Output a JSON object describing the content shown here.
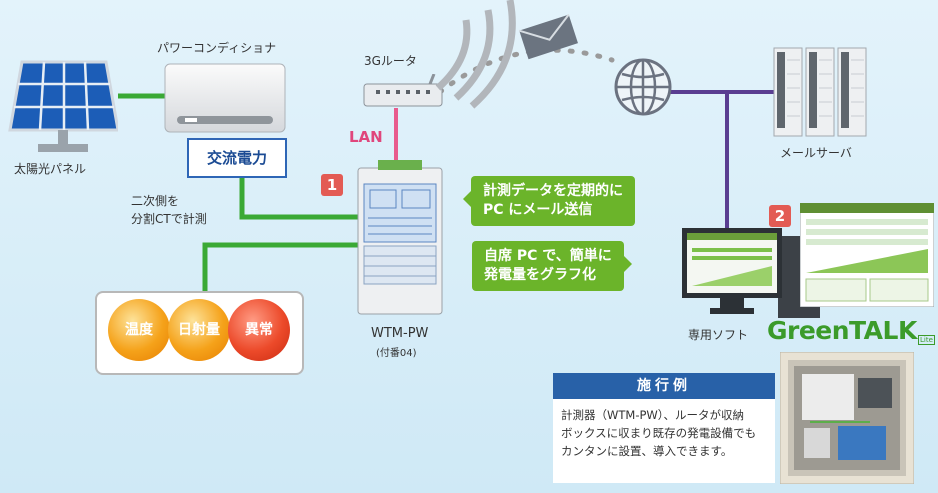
{
  "labels": {
    "solar_panel": "太陽光パネル",
    "power_conditioner": "パワーコンディショナ",
    "ac_power": "交流電力",
    "secondary_ct_line1": "二次側を",
    "secondary_ct_line2": "分割CTで計測",
    "router": "3Gルータ",
    "lan": "LAN",
    "mail_server": "メールサーバ",
    "device_name": "WTM-PW",
    "device_sub": "(付番04)",
    "software_label": "専用ソフト",
    "software_brand": "GreenTALK",
    "software_edition": "Lite"
  },
  "badges": {
    "one": "1",
    "two": "2"
  },
  "callouts": {
    "mail_line1": "計測データを定期的に",
    "mail_line2": "PC にメール送信",
    "graph_line1": "自席 PC で、簡単に",
    "graph_line2": "発電量をグラフ化"
  },
  "sensors": [
    "温度",
    "日射量",
    "異常"
  ],
  "example": {
    "title": "施行例",
    "line1": "計測器（WTM-PW）、ルータが収納",
    "line2": "ボックスに収まり既存の発電設備でも",
    "line3": "カンタンに設置、導入できます。"
  },
  "colors": {
    "background": "#d9eef9",
    "green_line": "#3aa935",
    "purple_line": "#5a3e91",
    "lan_line": "#e85b8d",
    "callout": "#6bb42a",
    "badge": "#e35b54",
    "header_blue": "#2861a8"
  },
  "icons": [
    "solar-panel-icon",
    "power-conditioner-icon",
    "router-icon",
    "wifi-waves-icon",
    "envelope-icon",
    "globe-icon",
    "server-icon",
    "desktop-pc-icon",
    "measuring-device-icon",
    "installation-photo"
  ]
}
